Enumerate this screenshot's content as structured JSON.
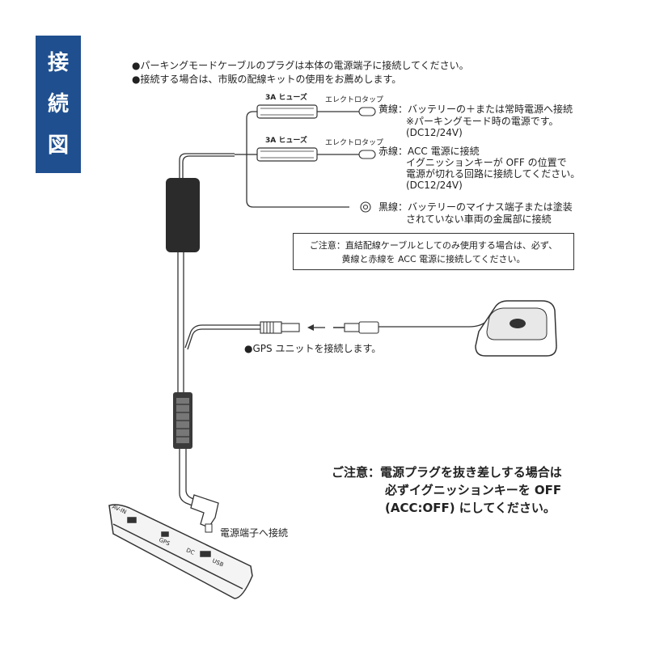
{
  "section_tab": {
    "chars": [
      "接",
      "続",
      "図"
    ]
  },
  "intro": [
    "●パーキングモードケーブルのプラグは本体の電源端子に接続してください。",
    "●接続する場合は、市販の配線キットの使用をお薦めします。"
  ],
  "fuse_label": "3A ヒューズ",
  "tap_label": "エレクトロタップ",
  "wires": {
    "yellow": [
      "黄線：バッテリーの＋または常時電源へ接続",
      "※パーキングモード時の電源です。",
      "(DC12/24V)"
    ],
    "red": [
      "赤線：ACC 電源に接続",
      "イグニッションキーが OFF の位置で",
      "電源が切れる回路に接続してください。",
      "(DC12/24V)"
    ],
    "black": [
      "黒線：バッテリーのマイナス端子または塗装",
      "されていない車両の金属部に接続"
    ]
  },
  "note": [
    "ご注意：直結配線ケーブルとしてのみ使用する場合は、必ず、",
    "黄線と赤線を ACC 電源に接続してください。"
  ],
  "gps_label": "●GPS ユニットを接続します。",
  "power_label": "電源端子へ接続",
  "device_labels": {
    "av": "AV-IN",
    "gps": "GPS",
    "dc": "DC",
    "usb": "USB"
  },
  "warning": [
    "ご注意：電源プラグを抜き差しする場合は",
    "必ずイグニッションキーを OFF",
    "(ACC:OFF) にしてください。"
  ]
}
